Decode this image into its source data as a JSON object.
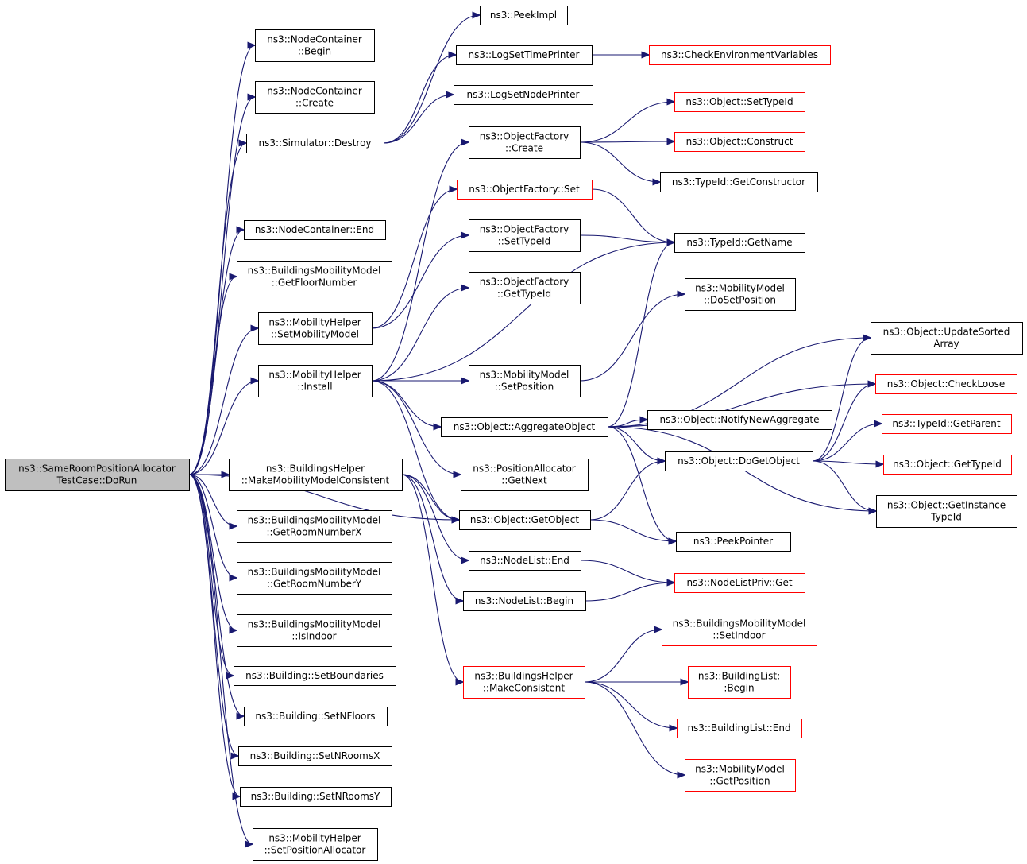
{
  "graph": {
    "colors": {
      "edge": "#191970",
      "default_border": "#000000",
      "truncated_border": "#ff0000",
      "root_fill": "#bfbfbf"
    },
    "nodes": [
      {
        "id": "root",
        "lines": [
          "ns3::SameRoomPositionAllocator",
          "TestCase::DoRun"
        ],
        "style": "root"
      },
      {
        "id": "nc_begin",
        "lines": [
          "ns3::NodeContainer",
          "::Begin"
        ],
        "style": "normal"
      },
      {
        "id": "nc_create",
        "lines": [
          "ns3::NodeContainer",
          "::Create"
        ],
        "style": "normal"
      },
      {
        "id": "sim_destroy",
        "lines": [
          "ns3::Simulator::Destroy"
        ],
        "style": "normal"
      },
      {
        "id": "nc_end",
        "lines": [
          "ns3::NodeContainer::End"
        ],
        "style": "normal"
      },
      {
        "id": "bmm_floor",
        "lines": [
          "ns3::BuildingsMobilityModel",
          "::GetFloorNumber"
        ],
        "style": "normal"
      },
      {
        "id": "mh_setmm",
        "lines": [
          "ns3::MobilityHelper",
          "::SetMobilityModel"
        ],
        "style": "normal"
      },
      {
        "id": "mh_install",
        "lines": [
          "ns3::MobilityHelper",
          "::Install"
        ],
        "style": "normal"
      },
      {
        "id": "bh_mmmc",
        "lines": [
          "ns3::BuildingsHelper",
          "::MakeMobilityModelConsistent"
        ],
        "style": "normal"
      },
      {
        "id": "bmm_roomx",
        "lines": [
          "ns3::BuildingsMobilityModel",
          "::GetRoomNumberX"
        ],
        "style": "normal"
      },
      {
        "id": "bmm_roomy",
        "lines": [
          "ns3::BuildingsMobilityModel",
          "::GetRoomNumberY"
        ],
        "style": "normal"
      },
      {
        "id": "bmm_indoor",
        "lines": [
          "ns3::BuildingsMobilityModel",
          "::IsIndoor"
        ],
        "style": "normal"
      },
      {
        "id": "b_setbound",
        "lines": [
          "ns3::Building::SetBoundaries"
        ],
        "style": "normal"
      },
      {
        "id": "b_setnfloors",
        "lines": [
          "ns3::Building::SetNFloors"
        ],
        "style": "normal"
      },
      {
        "id": "b_setnroomsx",
        "lines": [
          "ns3::Building::SetNRoomsX"
        ],
        "style": "normal"
      },
      {
        "id": "b_setnroomsy",
        "lines": [
          "ns3::Building::SetNRoomsY"
        ],
        "style": "normal"
      },
      {
        "id": "mh_setpa",
        "lines": [
          "ns3::MobilityHelper",
          "::SetPositionAllocator"
        ],
        "style": "normal"
      },
      {
        "id": "peekimpl",
        "lines": [
          "ns3::PeekImpl"
        ],
        "style": "normal"
      },
      {
        "id": "logsettime",
        "lines": [
          "ns3::LogSetTimePrinter"
        ],
        "style": "normal"
      },
      {
        "id": "logsetnode",
        "lines": [
          "ns3::LogSetNodePrinter"
        ],
        "style": "normal"
      },
      {
        "id": "checkenv",
        "lines": [
          "ns3::CheckEnvironmentVariables"
        ],
        "style": "red"
      },
      {
        "id": "of_create",
        "lines": [
          "ns3::ObjectFactory",
          "::Create"
        ],
        "style": "normal"
      },
      {
        "id": "of_set",
        "lines": [
          "ns3::ObjectFactory::Set"
        ],
        "style": "red"
      },
      {
        "id": "of_settypeid",
        "lines": [
          "ns3::ObjectFactory",
          "::SetTypeId"
        ],
        "style": "normal"
      },
      {
        "id": "of_gettypeid",
        "lines": [
          "ns3::ObjectFactory",
          "::GetTypeId"
        ],
        "style": "normal"
      },
      {
        "id": "mm_setpos",
        "lines": [
          "ns3::MobilityModel",
          "::SetPosition"
        ],
        "style": "normal"
      },
      {
        "id": "obj_aggregate",
        "lines": [
          "ns3::Object::AggregateObject"
        ],
        "style": "normal"
      },
      {
        "id": "pa_getnext",
        "lines": [
          "ns3::PositionAllocator",
          "::GetNext"
        ],
        "style": "normal"
      },
      {
        "id": "obj_getobject",
        "lines": [
          "ns3::Object::GetObject"
        ],
        "style": "normal"
      },
      {
        "id": "nl_end",
        "lines": [
          "ns3::NodeList::End"
        ],
        "style": "normal"
      },
      {
        "id": "nl_begin",
        "lines": [
          "ns3::NodeList::Begin"
        ],
        "style": "normal"
      },
      {
        "id": "bh_mc",
        "lines": [
          "ns3::BuildingsHelper",
          "::MakeConsistent"
        ],
        "style": "red"
      },
      {
        "id": "obj_settypeid",
        "lines": [
          "ns3::Object::SetTypeId"
        ],
        "style": "red"
      },
      {
        "id": "obj_construct",
        "lines": [
          "ns3::Object::Construct"
        ],
        "style": "red"
      },
      {
        "id": "tid_getctor",
        "lines": [
          "ns3::TypeId::GetConstructor"
        ],
        "style": "normal"
      },
      {
        "id": "tid_getname",
        "lines": [
          "ns3::TypeId::GetName"
        ],
        "style": "normal"
      },
      {
        "id": "mm_dosetpos",
        "lines": [
          "ns3::MobilityModel",
          "::DoSetPosition"
        ],
        "style": "normal"
      },
      {
        "id": "obj_notify",
        "lines": [
          "ns3::Object::NotifyNewAggregate"
        ],
        "style": "normal"
      },
      {
        "id": "obj_dogetobject",
        "lines": [
          "ns3::Object::DoGetObject"
        ],
        "style": "normal"
      },
      {
        "id": "peekpointer",
        "lines": [
          "ns3::PeekPointer"
        ],
        "style": "normal"
      },
      {
        "id": "nlpriv_get",
        "lines": [
          "ns3::NodeListPriv::Get"
        ],
        "style": "red"
      },
      {
        "id": "bmm_setindoor",
        "lines": [
          "ns3::BuildingsMobilityModel",
          "::SetIndoor"
        ],
        "style": "red"
      },
      {
        "id": "bl_begin",
        "lines": [
          "ns3::BuildingList:",
          ":Begin"
        ],
        "style": "red"
      },
      {
        "id": "bl_end",
        "lines": [
          "ns3::BuildingList::End"
        ],
        "style": "red"
      },
      {
        "id": "mm_getpos",
        "lines": [
          "ns3::MobilityModel",
          "::GetPosition"
        ],
        "style": "red"
      },
      {
        "id": "obj_updsorted",
        "lines": [
          "ns3::Object::UpdateSorted",
          "Array"
        ],
        "style": "normal"
      },
      {
        "id": "obj_checkloose",
        "lines": [
          "ns3::Object::CheckLoose"
        ],
        "style": "red"
      },
      {
        "id": "tid_getparent",
        "lines": [
          "ns3::TypeId::GetParent"
        ],
        "style": "red"
      },
      {
        "id": "obj_gettypeid",
        "lines": [
          "ns3::Object::GetTypeId"
        ],
        "style": "red"
      },
      {
        "id": "obj_getinsttid",
        "lines": [
          "ns3::Object::GetInstance",
          "TypeId"
        ],
        "style": "normal"
      }
    ],
    "edges": [
      [
        "root",
        "nc_begin"
      ],
      [
        "root",
        "nc_create"
      ],
      [
        "root",
        "sim_destroy"
      ],
      [
        "root",
        "nc_end"
      ],
      [
        "root",
        "bmm_floor"
      ],
      [
        "root",
        "mh_setmm"
      ],
      [
        "root",
        "mh_install"
      ],
      [
        "root",
        "obj_getobject"
      ],
      [
        "root",
        "bh_mmmc"
      ],
      [
        "root",
        "bmm_roomx"
      ],
      [
        "root",
        "bmm_roomy"
      ],
      [
        "root",
        "bmm_indoor"
      ],
      [
        "root",
        "b_setbound"
      ],
      [
        "root",
        "b_setnfloors"
      ],
      [
        "root",
        "b_setnroomsx"
      ],
      [
        "root",
        "b_setnroomsy"
      ],
      [
        "root",
        "mh_setpa"
      ],
      [
        "sim_destroy",
        "peekimpl"
      ],
      [
        "sim_destroy",
        "logsettime"
      ],
      [
        "sim_destroy",
        "logsetnode"
      ],
      [
        "logsettime",
        "checkenv"
      ],
      [
        "mh_setmm",
        "of_set"
      ],
      [
        "mh_setmm",
        "of_settypeid"
      ],
      [
        "mh_install",
        "of_create"
      ],
      [
        "mh_install",
        "of_gettypeid"
      ],
      [
        "mh_install",
        "tid_getname"
      ],
      [
        "mh_install",
        "mm_setpos"
      ],
      [
        "mh_install",
        "obj_aggregate"
      ],
      [
        "mh_install",
        "pa_getnext"
      ],
      [
        "mh_install",
        "obj_getobject"
      ],
      [
        "bh_mmmc",
        "obj_getobject"
      ],
      [
        "bh_mmmc",
        "nl_end"
      ],
      [
        "bh_mmmc",
        "nl_begin"
      ],
      [
        "bh_mmmc",
        "bh_mc"
      ],
      [
        "of_create",
        "obj_settypeid"
      ],
      [
        "of_create",
        "obj_construct"
      ],
      [
        "of_create",
        "tid_getctor"
      ],
      [
        "of_set",
        "tid_getname"
      ],
      [
        "of_settypeid",
        "tid_getname"
      ],
      [
        "mm_setpos",
        "mm_dosetpos"
      ],
      [
        "obj_aggregate",
        "tid_getname"
      ],
      [
        "obj_aggregate",
        "obj_updsorted"
      ],
      [
        "obj_aggregate",
        "obj_checkloose"
      ],
      [
        "obj_aggregate",
        "obj_notify"
      ],
      [
        "obj_aggregate",
        "obj_dogetobject"
      ],
      [
        "obj_aggregate",
        "obj_getinsttid"
      ],
      [
        "obj_aggregate",
        "peekpointer"
      ],
      [
        "obj_getobject",
        "obj_dogetobject"
      ],
      [
        "obj_getobject",
        "peekpointer"
      ],
      [
        "nl_end",
        "nlpriv_get"
      ],
      [
        "nl_begin",
        "nlpriv_get"
      ],
      [
        "bh_mc",
        "bmm_setindoor"
      ],
      [
        "bh_mc",
        "bl_begin"
      ],
      [
        "bh_mc",
        "bl_end"
      ],
      [
        "bh_mc",
        "mm_getpos"
      ],
      [
        "obj_dogetobject",
        "obj_updsorted"
      ],
      [
        "obj_dogetobject",
        "obj_checkloose"
      ],
      [
        "obj_dogetobject",
        "tid_getparent"
      ],
      [
        "obj_dogetobject",
        "obj_gettypeid"
      ],
      [
        "obj_dogetobject",
        "obj_getinsttid"
      ]
    ]
  }
}
